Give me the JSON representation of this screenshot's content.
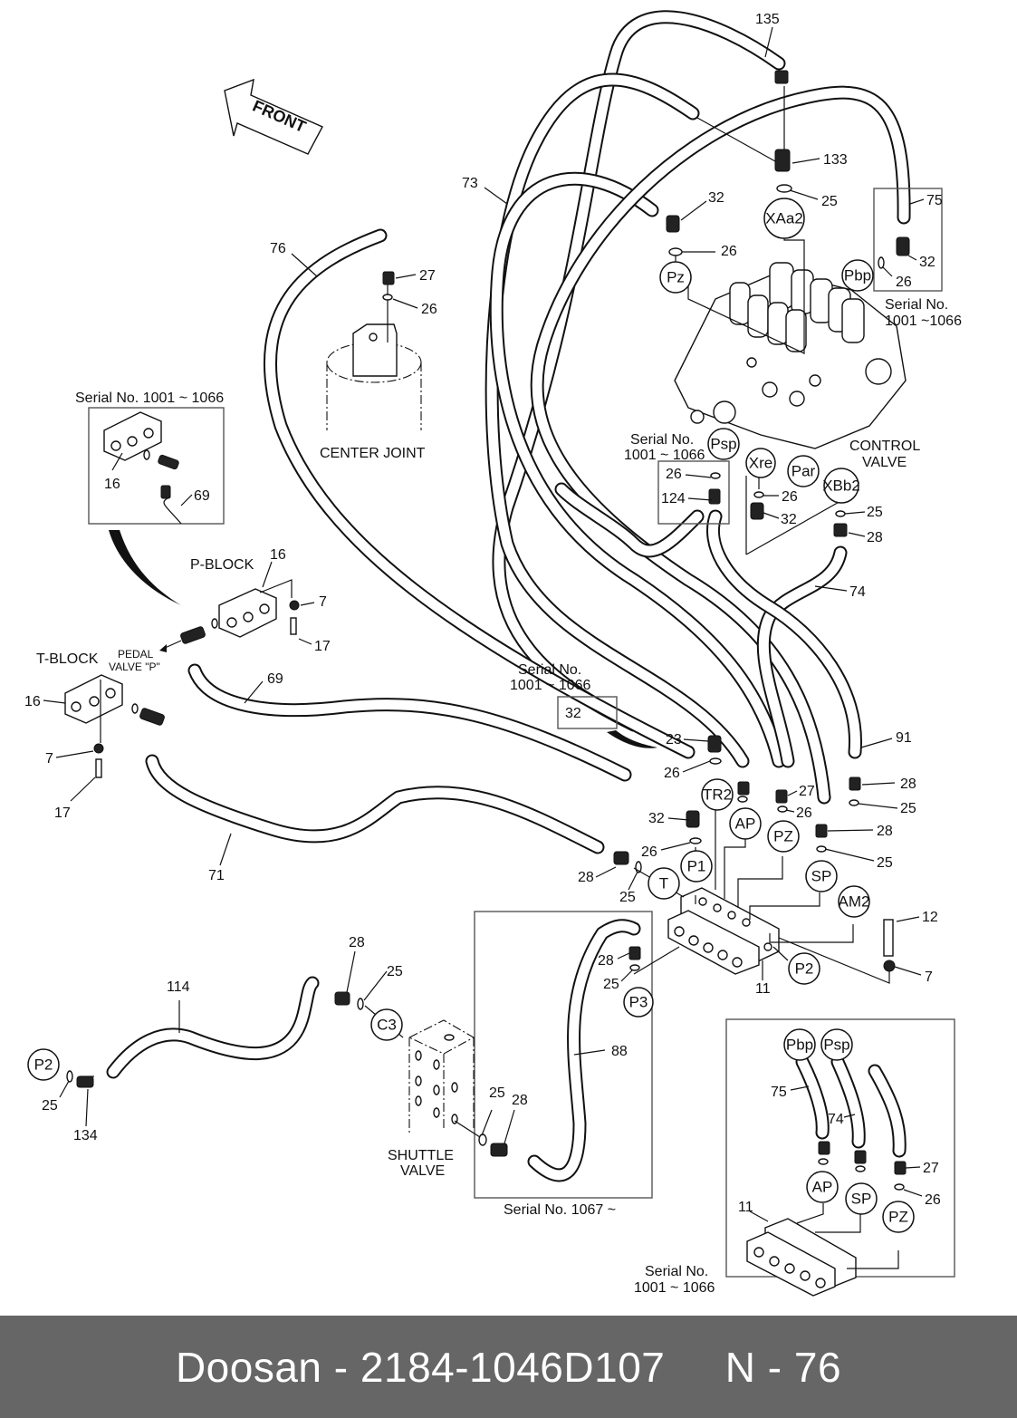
{
  "footer": {
    "brand": "Doosan",
    "separator": " - ",
    "part_number": "2184-1046D107",
    "page": "N - 76",
    "background_color": "#666666",
    "text_color": "#ffffff"
  },
  "diagram": {
    "front_arrow": "FRONT",
    "components": {
      "center_joint": "CENTER JOINT",
      "control_valve_line1": "CONTROL",
      "control_valve_line2": "VALVE",
      "p_block": "P-BLOCK",
      "t_block": "T-BLOCK",
      "pedal_valve_line1": "PEDAL",
      "pedal_valve_line2": "VALVE \"P\"",
      "shuttle_valve_line1": "SHUTTLE",
      "shuttle_valve_line2": "VALVE"
    },
    "serial_notes": {
      "top_right_line1": "Serial No.",
      "top_right_line2": "1001 ~1066",
      "center_line1": "Serial No.",
      "center_line2": "1001 ~ 1066",
      "left_box": "Serial No. 1001 ~ 1066",
      "middle_line1": "Serial No.",
      "middle_line2": "1001 ~ 1066",
      "shuttle_box": "Serial No. 1067 ~",
      "bottom_right_line1": "Serial No.",
      "bottom_right_line2": "1001 ~ 1066"
    },
    "ports": {
      "XAa2": "XAa2",
      "Pz": "Pz",
      "Pbp": "Pbp",
      "Psp": "Psp",
      "Xre": "Xre",
      "Par": "Par",
      "XBb2": "XBb2",
      "TR2": "TR2",
      "AP": "AP",
      "PZ": "PZ",
      "P1": "P1",
      "T": "T",
      "SP": "SP",
      "AM2": "AM2",
      "P2": "P2",
      "P3": "P3",
      "C3": "C3"
    },
    "part_numbers": {
      "p135": "135",
      "p133": "133",
      "p25a": "25",
      "p73": "73",
      "p32a": "32",
      "p26a": "26",
      "p75a": "75",
      "p32b": "32",
      "p26b": "26",
      "p76": "76",
      "p27a": "27",
      "p26c": "26",
      "p16a": "16",
      "p69a": "69",
      "p16b": "16",
      "p7a": "7",
      "p17a": "17",
      "p16c": "16",
      "p7b": "7",
      "p17b": "17",
      "p69b": "69",
      "p26d": "26",
      "p124": "124",
      "p26e": "26",
      "p32c": "32",
      "p25b": "25",
      "p28a": "28",
      "p74a": "74",
      "p32d": "32",
      "p23": "23",
      "p26f": "26",
      "p32e": "32",
      "p26g": "26",
      "p28b": "28",
      "p25c": "25",
      "p27b": "27",
      "p26h": "26",
      "p91": "91",
      "p28c": "28",
      "p25d": "25",
      "p28d": "28",
      "p25e": "25",
      "p71": "71",
      "p12": "12",
      "p7c": "7",
      "p11a": "11",
      "p28e": "28",
      "p25f": "25",
      "p88": "88",
      "p28f": "28",
      "p25g": "25",
      "p114": "114",
      "p28g": "28",
      "p25h": "25",
      "p25i": "25",
      "p134": "134",
      "p75b": "75",
      "p74b": "74",
      "p27c": "27",
      "p26i": "26",
      "p11b": "11"
    }
  }
}
